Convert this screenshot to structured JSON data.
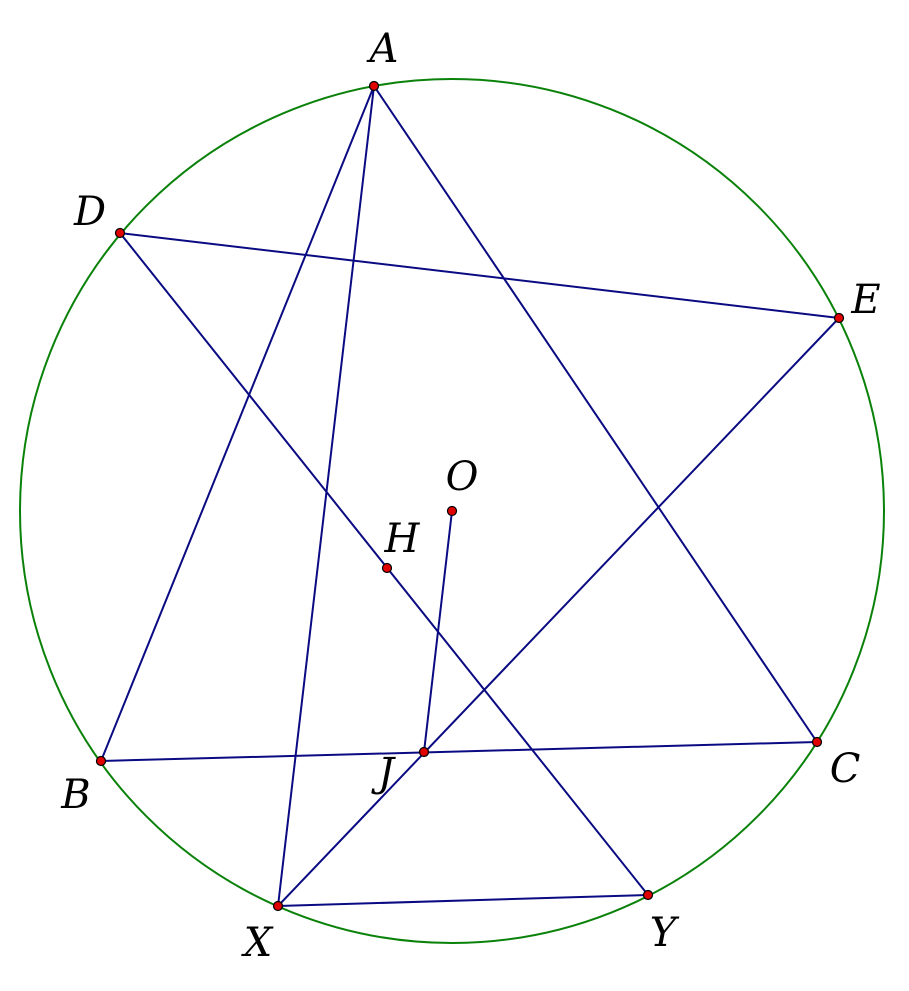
{
  "points": [
    {
      "id": "A",
      "label": "A"
    },
    {
      "id": "B",
      "label": "B"
    },
    {
      "id": "C",
      "label": "C"
    },
    {
      "id": "D",
      "label": "D"
    },
    {
      "id": "E",
      "label": "E"
    },
    {
      "id": "H",
      "label": "H"
    },
    {
      "id": "O",
      "label": "O"
    },
    {
      "id": "J",
      "label": "J"
    },
    {
      "id": "X",
      "label": "X"
    },
    {
      "id": "Y",
      "label": "Y"
    }
  ],
  "segments": [
    [
      "A",
      "B"
    ],
    [
      "A",
      "C"
    ],
    [
      "A",
      "X"
    ],
    [
      "B",
      "C"
    ],
    [
      "D",
      "E"
    ],
    [
      "D",
      "Y"
    ],
    [
      "E",
      "X"
    ],
    [
      "O",
      "J"
    ],
    [
      "X",
      "Y"
    ]
  ],
  "colors": {
    "circle": "#0a820a",
    "segment": "#0a0a82",
    "point_fill": "#e00000",
    "label": "#000000"
  }
}
